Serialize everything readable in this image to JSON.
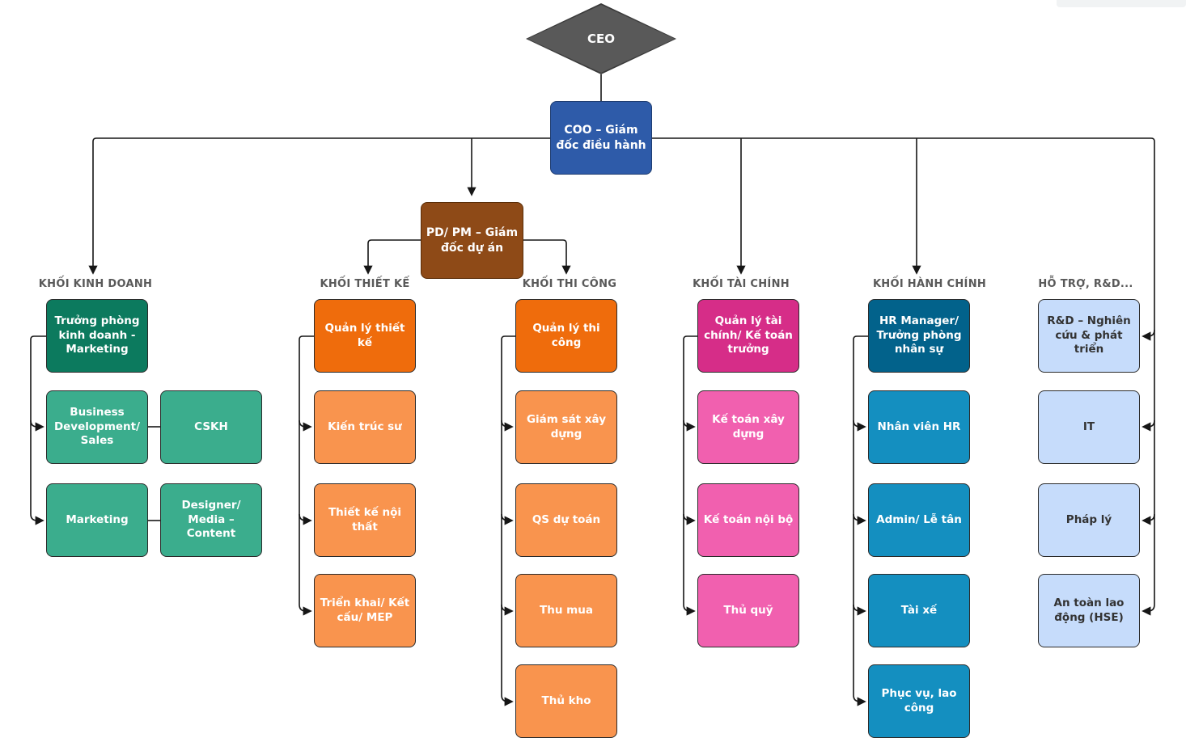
{
  "root": {
    "ceo": "CEO",
    "coo": "COO – Giám đốc điều hành",
    "pm": "PD/ PM – Giám đốc dự án"
  },
  "columns": [
    {
      "header": "KHỐI KINH DOANH",
      "lead": "Trưởng phòng kinh doanh - Marketing",
      "children": [
        "Business Development/ Sales",
        "CSKH",
        "Marketing",
        "Designer/ Media – Content"
      ]
    },
    {
      "header": "KHỐI THIẾT KẾ",
      "lead": "Quản lý thiết kế",
      "children": [
        "Kiến trúc sư",
        "Thiết kế nội thất",
        "Triển khai/ Kết cấu/ MEP"
      ]
    },
    {
      "header": "KHỐI THI CÔNG",
      "lead": "Quản lý thi công",
      "children": [
        "Giám sát xây dựng",
        "QS dự toán",
        "Thu mua",
        "Thủ kho"
      ]
    },
    {
      "header": "KHỐI TÀI CHÍNH",
      "lead": "Quản lý tài chính/ Kế toán trưởng",
      "children": [
        "Kế toán xây dựng",
        "Kế toán nội bộ",
        "Thủ quỹ"
      ]
    },
    {
      "header": "KHỐI HÀNH CHÍNH",
      "lead": "HR Manager/ Trưởng phòng nhân sự",
      "children": [
        "Nhân viên HR",
        "Admin/ Lễ tân",
        "Tài xế",
        "Phục vụ, lao công"
      ]
    },
    {
      "header": "HỖ TRỢ, R&D...",
      "children": [
        "R&D – Nghiên cứu & phát triển",
        "IT",
        "Pháp lý",
        "An toàn lao động (HSE)"
      ]
    }
  ],
  "colors": {
    "ceo_fill": "#595959",
    "coo_fill": "#2e5ba9",
    "pm_fill": "#8e4a17",
    "kinh_doanh_dark": "#0c7a5e",
    "kinh_doanh_light": "#3bad8d",
    "thiet_ke_thi_cong_dark": "#ef6c0c",
    "thiet_ke_thi_cong_light": "#f9944e",
    "tai_chinh_dark": "#d62d88",
    "tai_chinh_light": "#f160af",
    "hanh_chinh_dark": "#02628b",
    "hanh_chinh_light": "#148fc0",
    "ho_tro_light": "#c6dcfb",
    "header_text": "#595959",
    "connector": "#161616"
  }
}
